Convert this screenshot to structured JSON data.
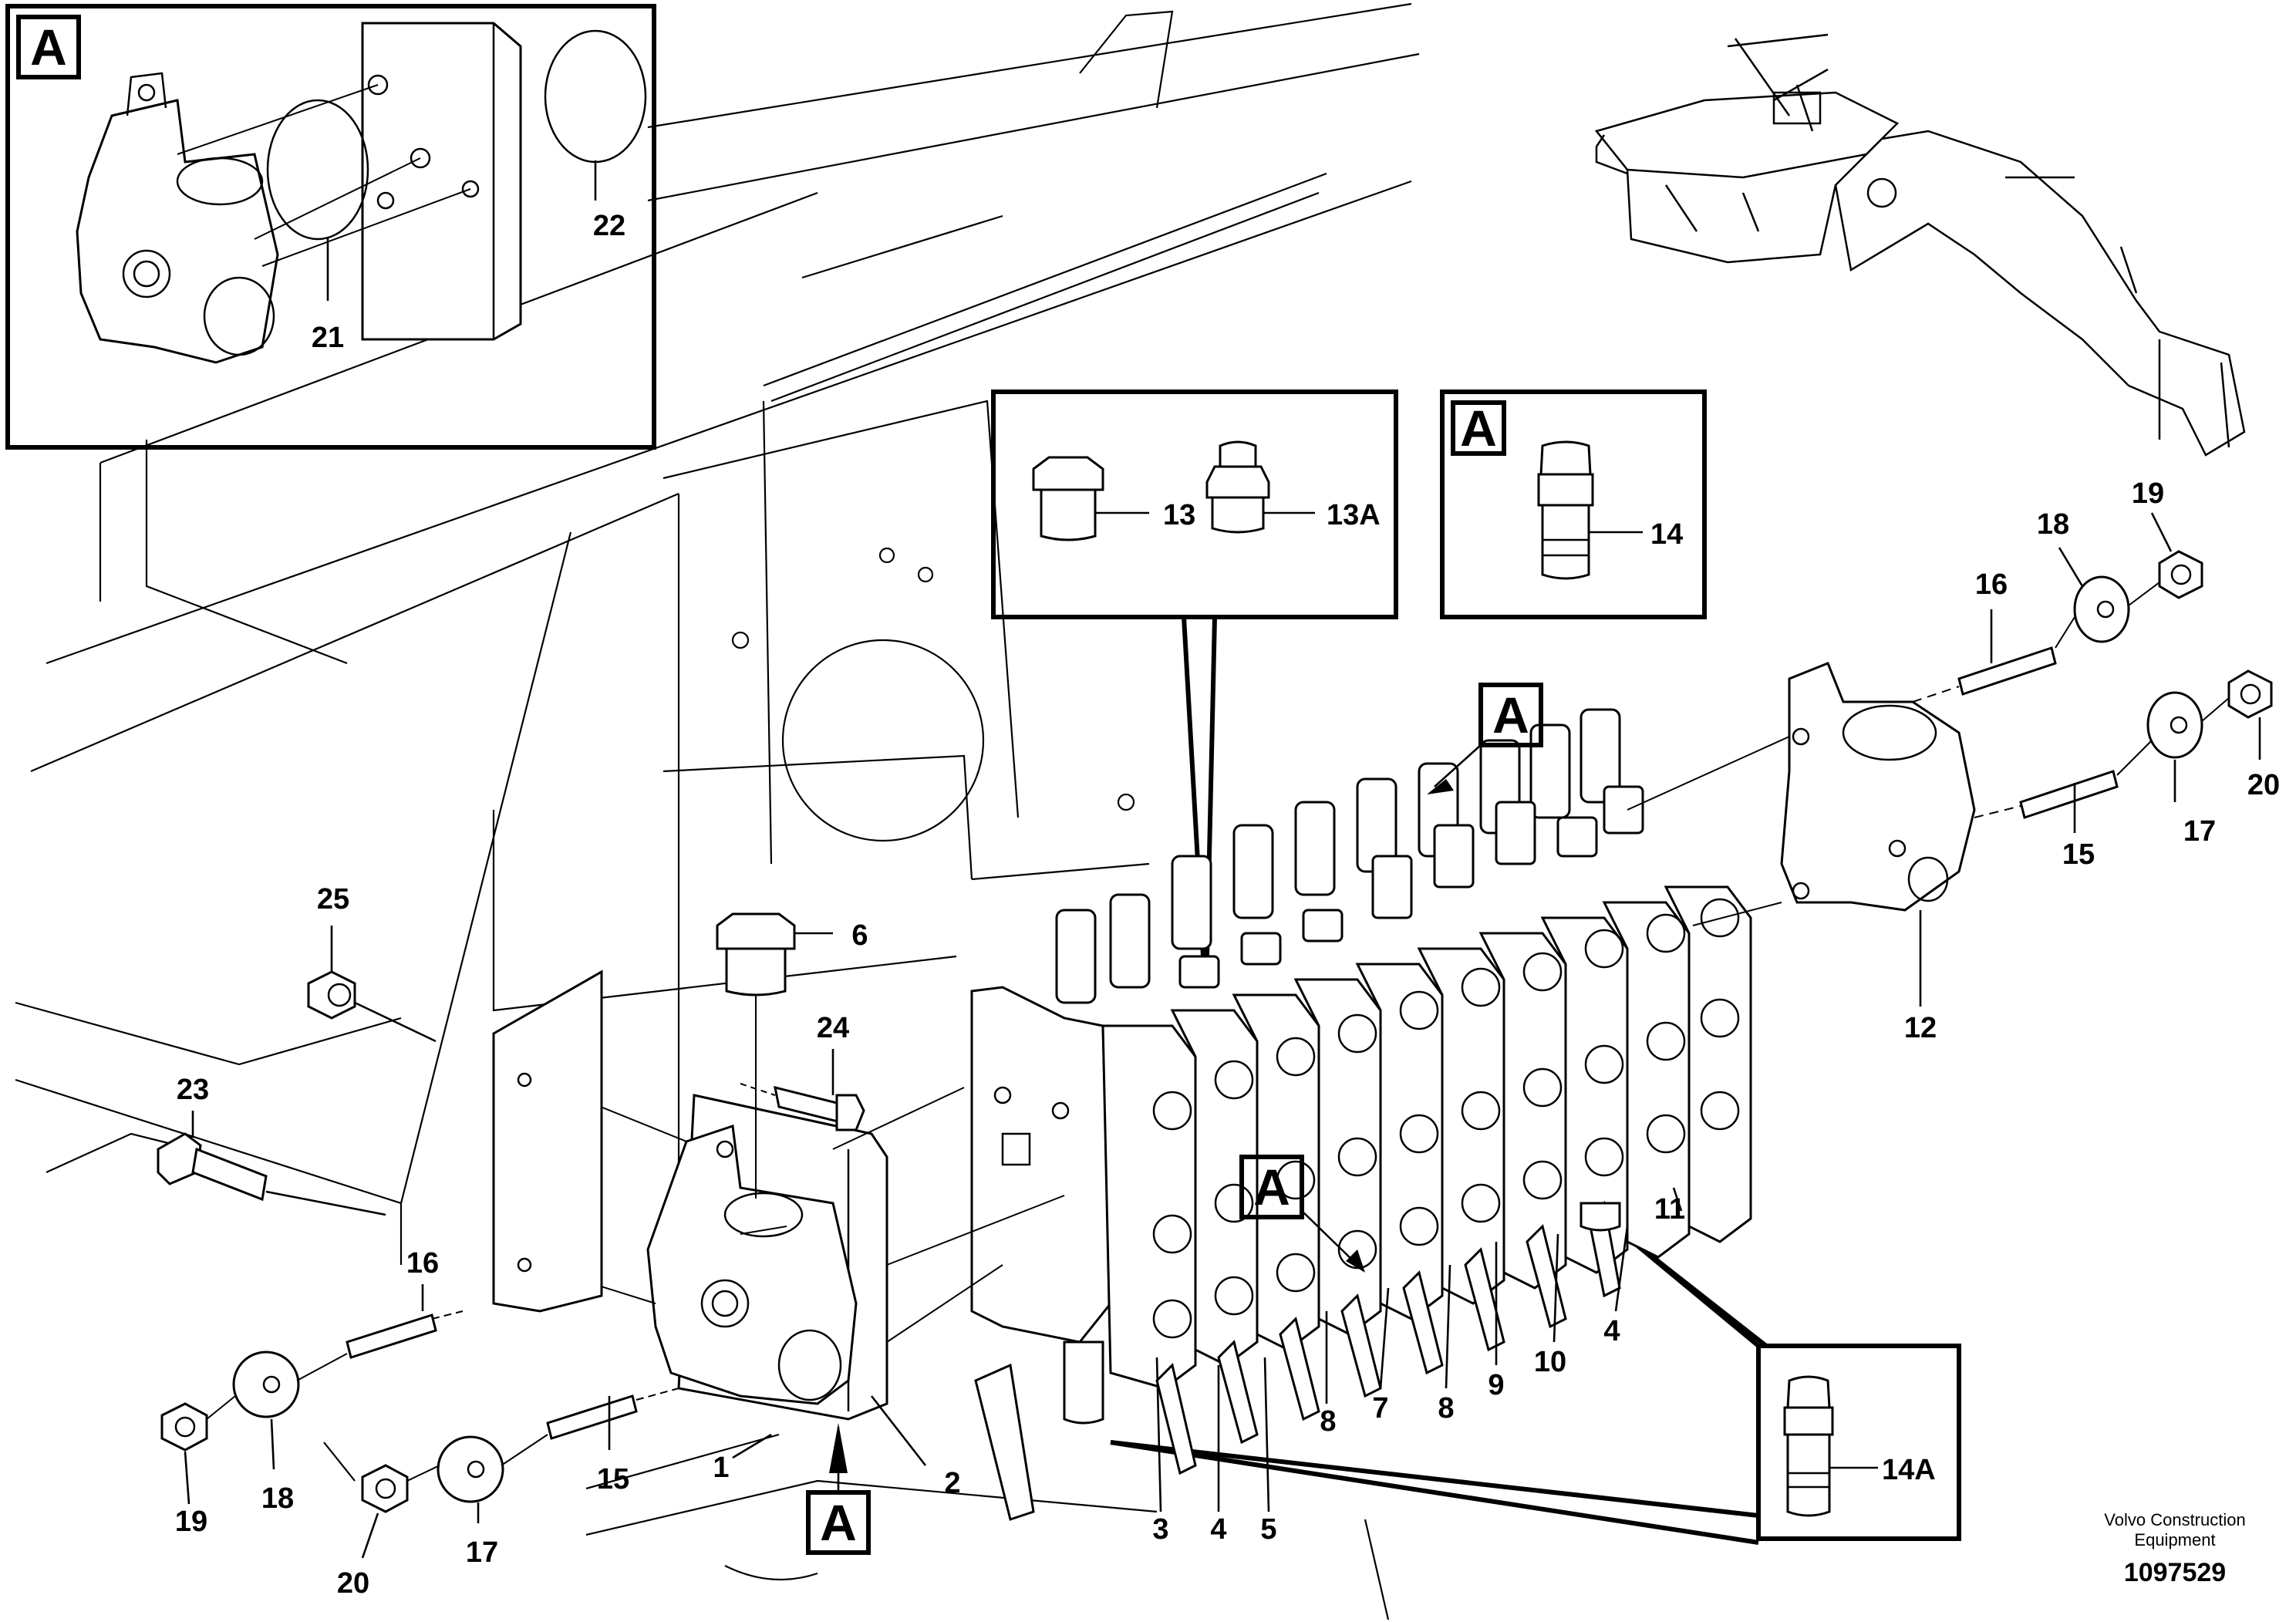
{
  "callouts": {
    "c1": "1",
    "c2": "2",
    "c3": "3",
    "c4a": "4",
    "c4b": "4",
    "c5": "5",
    "c6": "6",
    "c7": "7",
    "c8a": "8",
    "c8b": "8",
    "c9": "9",
    "c10": "10",
    "c11": "11",
    "c12": "12",
    "c13": "13",
    "c13a": "13A",
    "c14": "14",
    "c14a": "14A",
    "c15a": "15",
    "c15b": "15",
    "c16a": "16",
    "c16b": "16",
    "c17a": "17",
    "c17b": "17",
    "c18a": "18",
    "c18b": "18",
    "c19a": "19",
    "c19b": "19",
    "c20a": "20",
    "c20b": "20",
    "c21": "21",
    "c22": "22",
    "c23": "23",
    "c24": "24",
    "c25": "25"
  },
  "detail_marker": "A",
  "credit": {
    "line1": "Volvo Construction",
    "line2": "Equipment"
  },
  "document_number": "1097529",
  "icons": [
    "bolt-icon",
    "nut-icon",
    "washer-icon",
    "plug-icon",
    "fitting-icon",
    "valve-block-icon",
    "end-cover-icon",
    "o-ring-icon"
  ]
}
